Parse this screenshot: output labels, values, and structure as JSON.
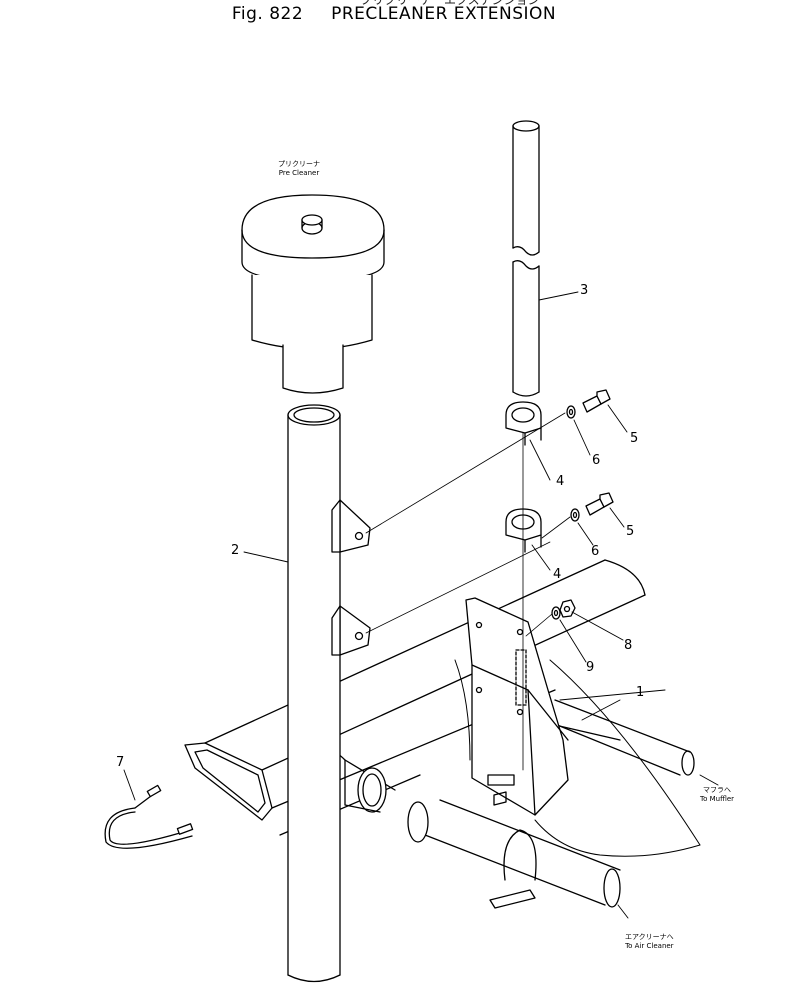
{
  "figure": {
    "header_jp": "ブリクリーナ　エクステンション",
    "number": "Fig. 822",
    "title": "PRECLEANER EXTENSION"
  },
  "notes": {
    "pre_cleaner_jp": "プリクリーナ",
    "pre_cleaner_en": "Pre Cleaner",
    "muffler_jp": "マフラへ",
    "muffler_en": "To Muffler",
    "air_cleaner_jp": "エアクリーナへ",
    "air_cleaner_en": "To Air Cleaner"
  },
  "callouts": [
    "1",
    "2",
    "3",
    "4",
    "4",
    "5",
    "5",
    "6",
    "6",
    "7",
    "8",
    "9"
  ],
  "colors": {
    "line": "#000000",
    "paper": "#ffffff"
  }
}
